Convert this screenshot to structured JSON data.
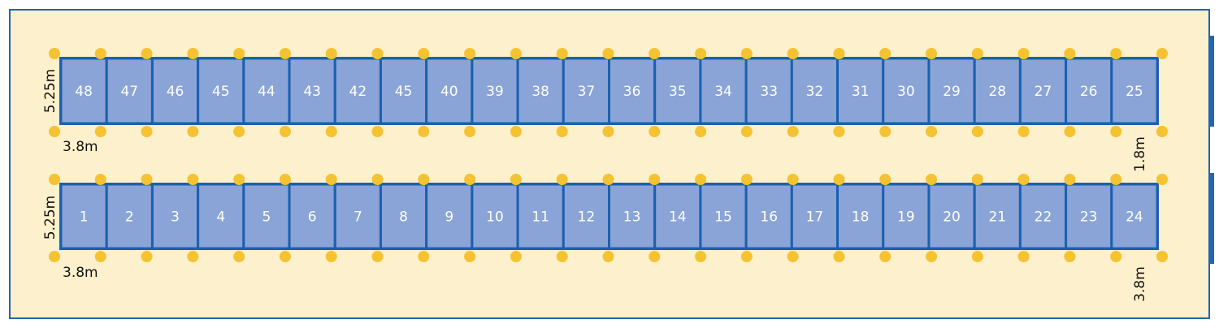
{
  "colors": {
    "background": "#fdf0cc",
    "border": "#2266b0",
    "stall_fill": "#8aa4d8",
    "stall_stroke": "#1d5fae",
    "pillar": "#f5c232",
    "stall_text": "#ffffff",
    "dim_text": "#111111"
  },
  "rows": [
    {
      "id": "top-row",
      "stalls": [
        "48",
        "47",
        "46",
        "45",
        "44",
        "43",
        "42",
        "45",
        "40",
        "39",
        "38",
        "37",
        "36",
        "35",
        "34",
        "33",
        "32",
        "31",
        "30",
        "29",
        "28",
        "27",
        "26",
        "25"
      ],
      "depth_label": "5.25m",
      "width_label": "3.8m",
      "right_label": "1.8m"
    },
    {
      "id": "bottom-row",
      "stalls": [
        "1",
        "2",
        "3",
        "4",
        "5",
        "6",
        "7",
        "8",
        "9",
        "10",
        "11",
        "12",
        "13",
        "14",
        "15",
        "16",
        "17",
        "18",
        "19",
        "20",
        "21",
        "22",
        "23",
        "24"
      ],
      "depth_label": "5.25m",
      "width_label": "3.8m",
      "right_label": "3.8m"
    }
  ]
}
